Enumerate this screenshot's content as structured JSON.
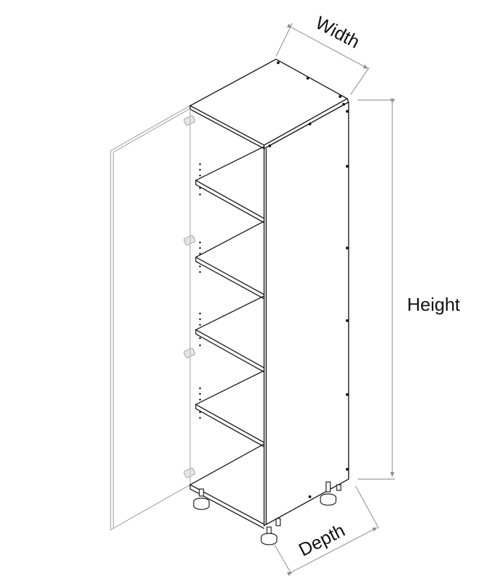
{
  "diagram": {
    "subject": "Tall pantry cabinet with open door",
    "labels": {
      "width": "Width",
      "height": "Height",
      "depth": "Depth"
    },
    "shelf_count": 5,
    "leg_count": 3,
    "colors": {
      "outline": "#1a1a1a",
      "door": "#9a9a9a",
      "dimension_line": "#9a9a9a",
      "label": "#111111",
      "background": "#ffffff"
    }
  }
}
